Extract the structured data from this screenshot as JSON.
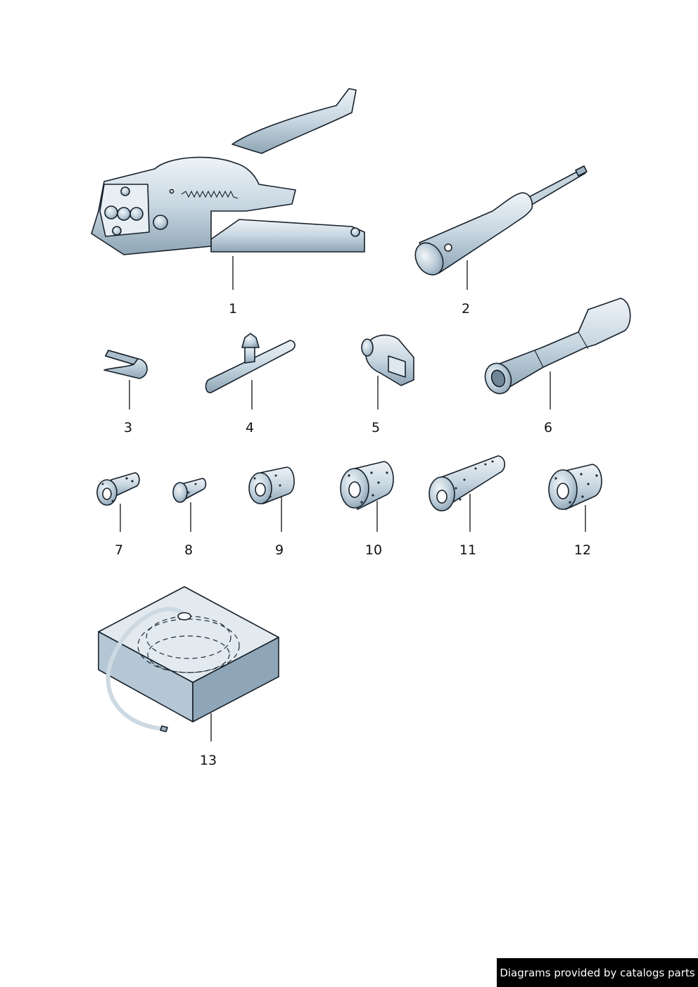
{
  "credit": "Diagrams provided by catalogs parts",
  "callouts": [
    "1",
    "2",
    "3",
    "4",
    "5",
    "6",
    "7",
    "8",
    "9",
    "10",
    "11",
    "12",
    "13"
  ],
  "colors": {
    "part_light": "#d9e4ec",
    "part_mid": "#b3c5d2",
    "part_dark": "#7f97a8",
    "outline": "#16202a"
  }
}
